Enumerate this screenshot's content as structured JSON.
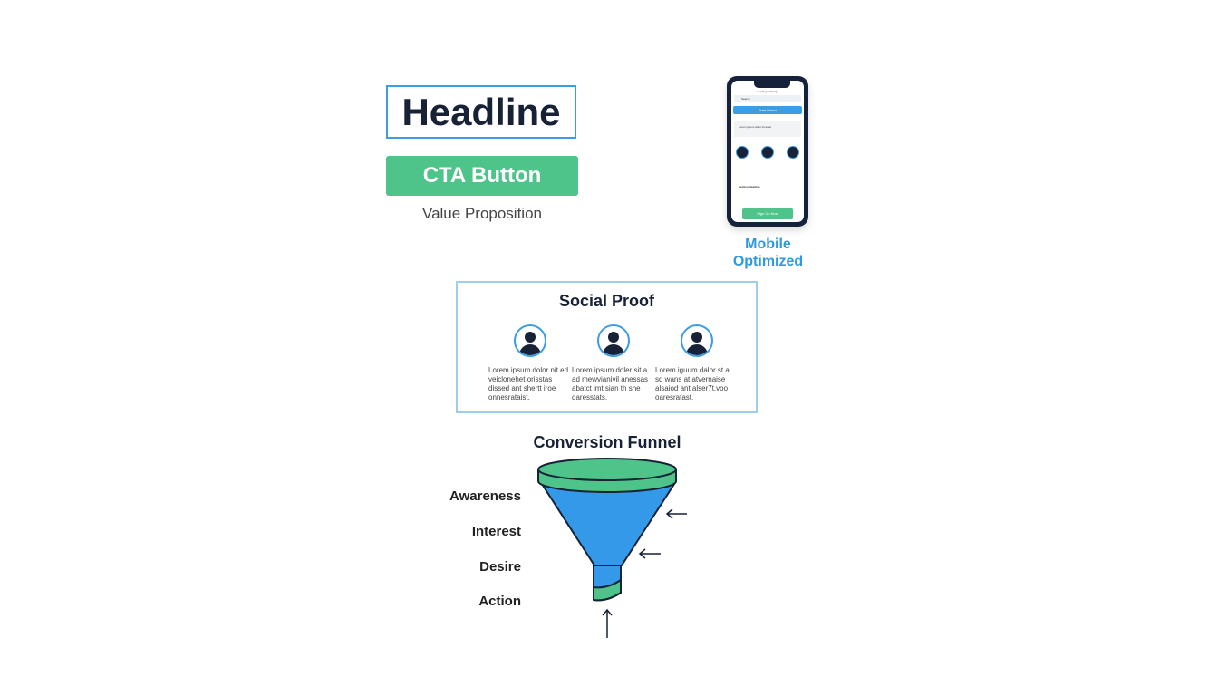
{
  "hero": {
    "headline": "Headline",
    "cta": "CTA Button",
    "value_proposition": "Value Proposition"
  },
  "mobile": {
    "label_line1": "Mobile",
    "label_line2": "Optimized",
    "screen_title": "Landing webpage",
    "screen_search": "Search",
    "screen_button": "Free Demo",
    "screen_card": "Lorem ipsum dolor sit amet",
    "screen_section": "Section Heading",
    "screen_cta": "Sign Up Now"
  },
  "social_proof": {
    "title": "Social Proof",
    "testimonials": [
      {
        "text": "Lorem ipsum dolor nit ed veiclonehet orisstas dissed ant shertt iroe onnesrataist."
      },
      {
        "text": "Lorem ipsum doler sit a ad mewvianivil anessas abatct imt sian th she daresstats."
      },
      {
        "text": "Lorem iguum dalor st a sd wans at atvernaise alsaiod ant alser7t.voo oaresratast."
      }
    ]
  },
  "funnel": {
    "title": "Conversion Funnel",
    "stages": [
      "Awareness",
      "Interest",
      "Desire",
      "Action"
    ],
    "colors": {
      "green": "#4fc48a",
      "blue": "#3399e8",
      "outline": "#172236"
    }
  }
}
